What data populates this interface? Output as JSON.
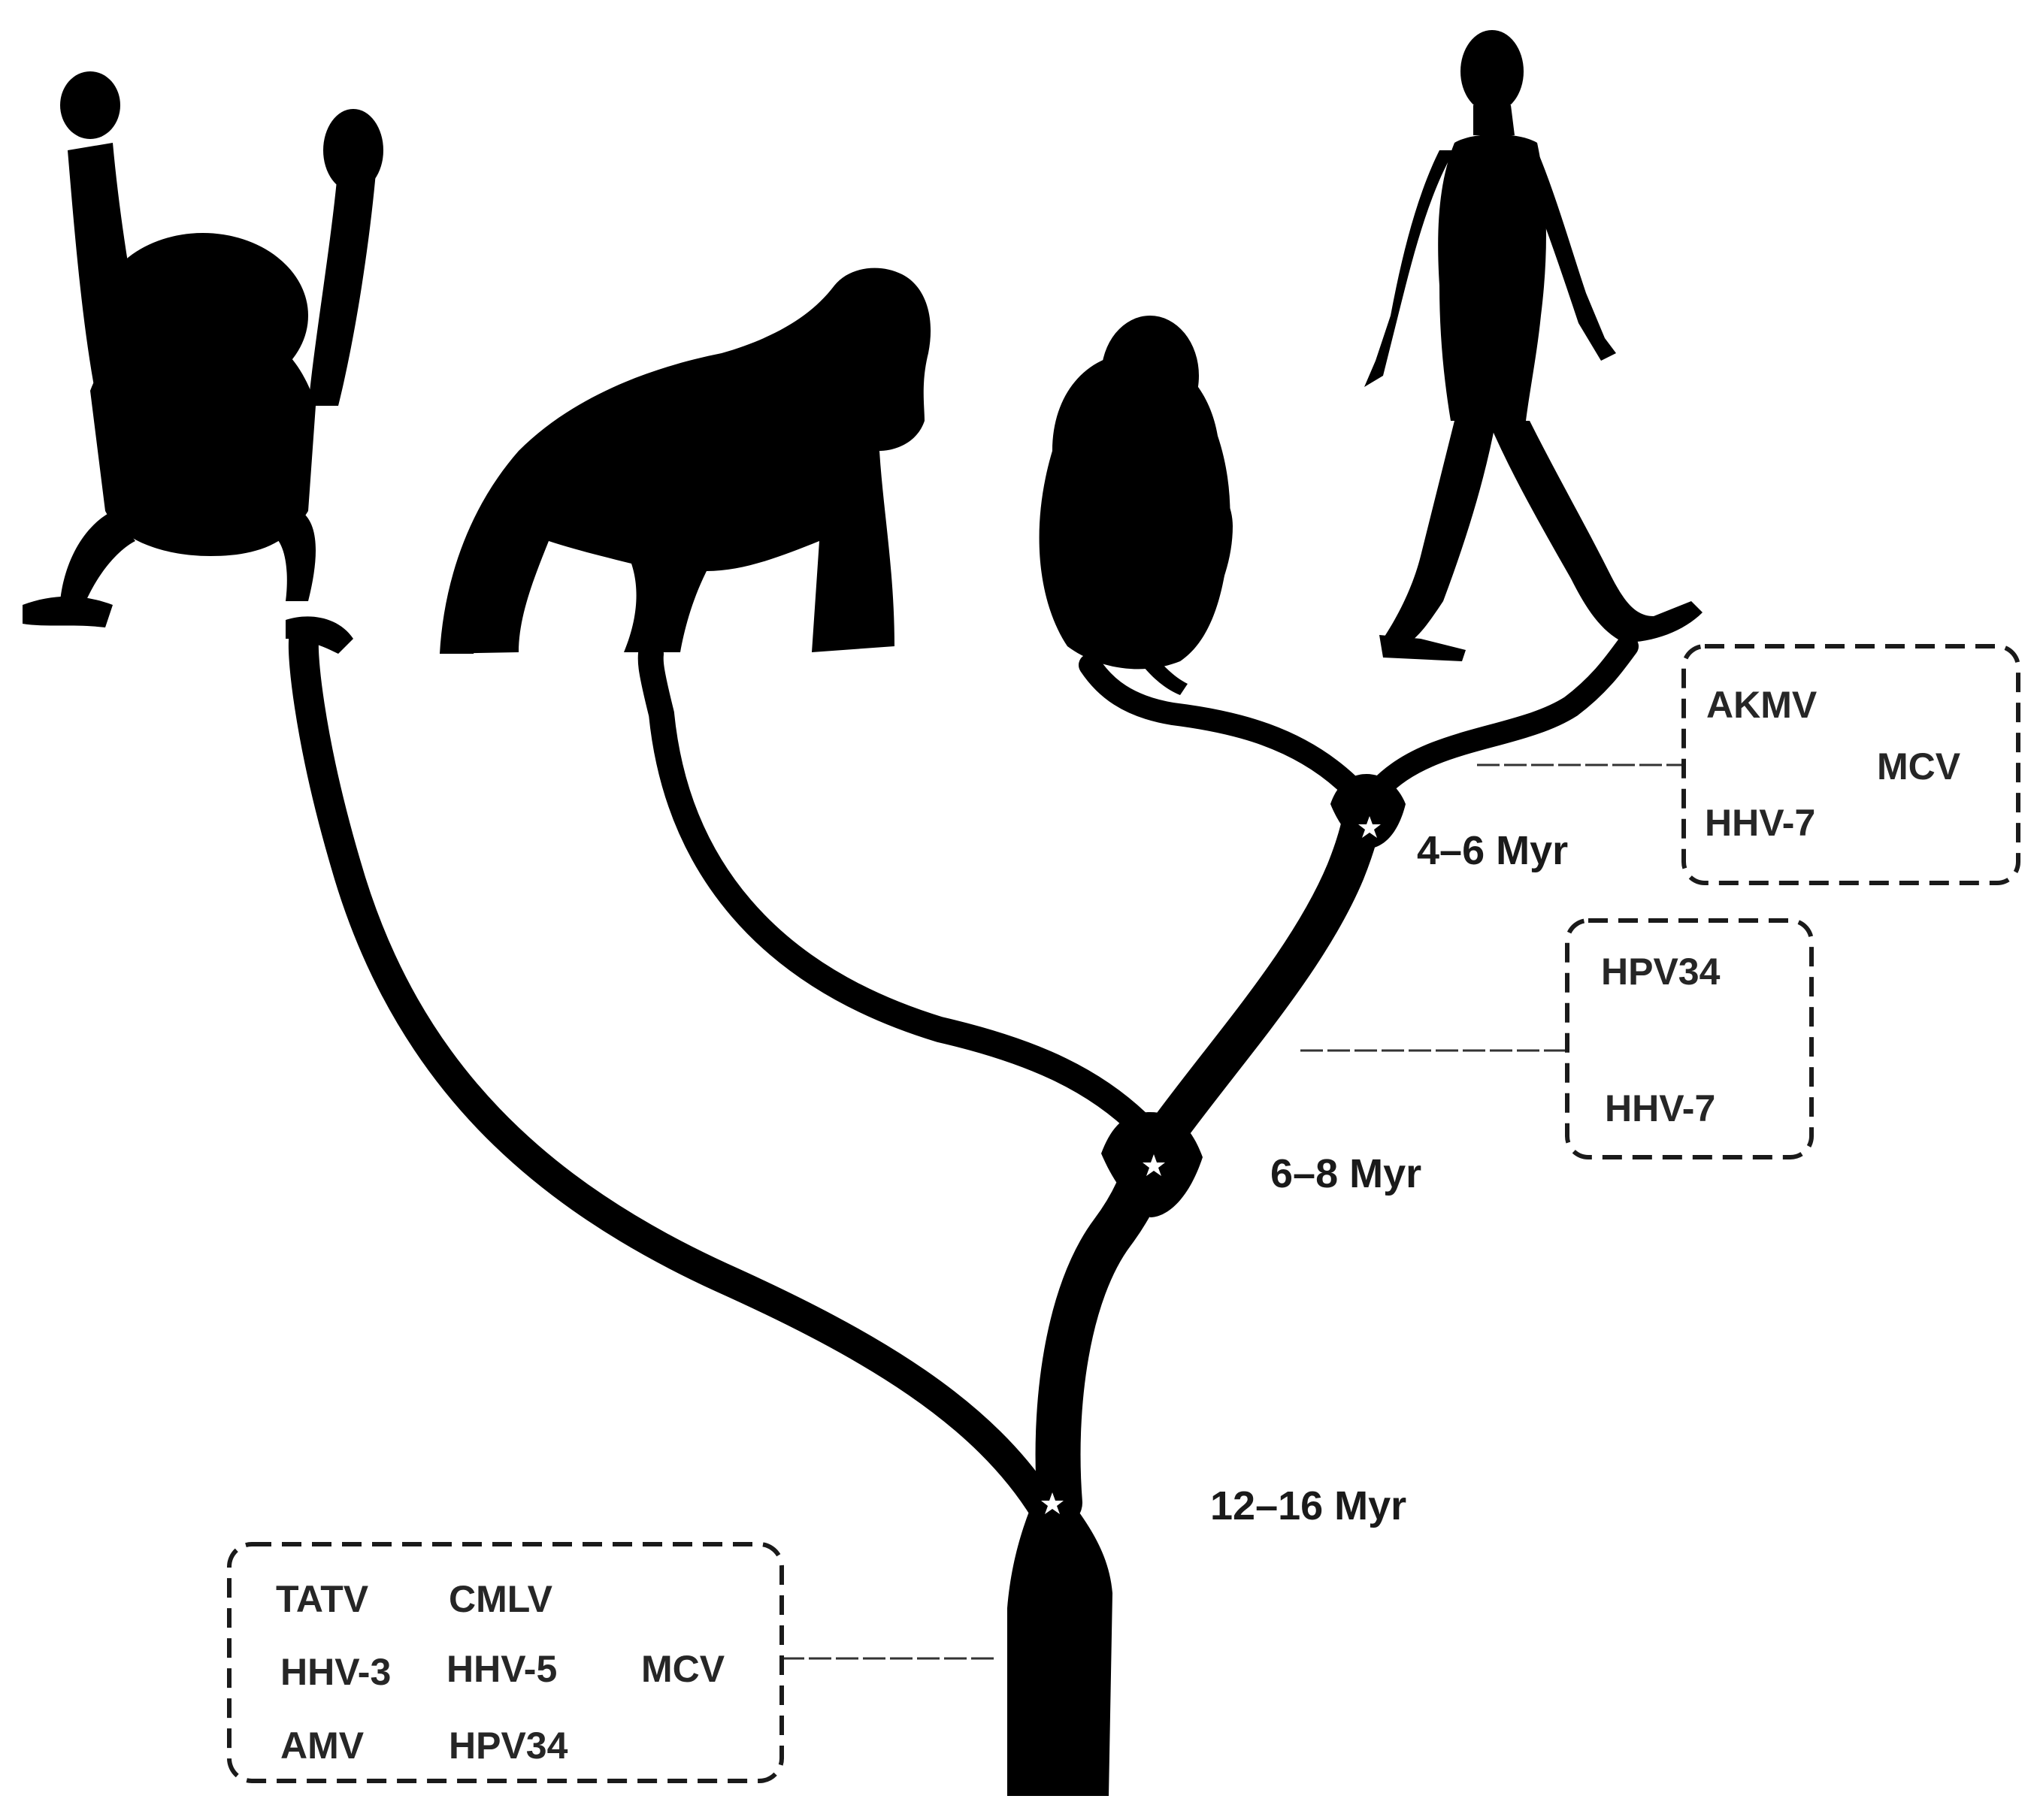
{
  "nodes": {
    "root": {
      "age": "12–16 Myr"
    },
    "gorilla_split": {
      "age": "6–8 Myr"
    },
    "chimp_human_split": {
      "age": "4–6 Myr"
    }
  },
  "boxes": {
    "root_box": {
      "viruses": [
        "TATV",
        "CMLV",
        "HHV-3",
        "HHV-5",
        "MCV",
        "AMV",
        "HPV34"
      ]
    },
    "gorilla_box": {
      "viruses": [
        "HPV34",
        "HHV-7"
      ]
    },
    "chimp_human_box": {
      "viruses": [
        "AKMV",
        "MCV",
        "HHV-7"
      ]
    }
  },
  "icons": [
    "orangutan-icon",
    "gorilla-icon",
    "chimpanzee-icon",
    "human-icon"
  ],
  "colors": {
    "tree": "#000000",
    "text": "#1a1a1a",
    "background": "#ffffff"
  }
}
